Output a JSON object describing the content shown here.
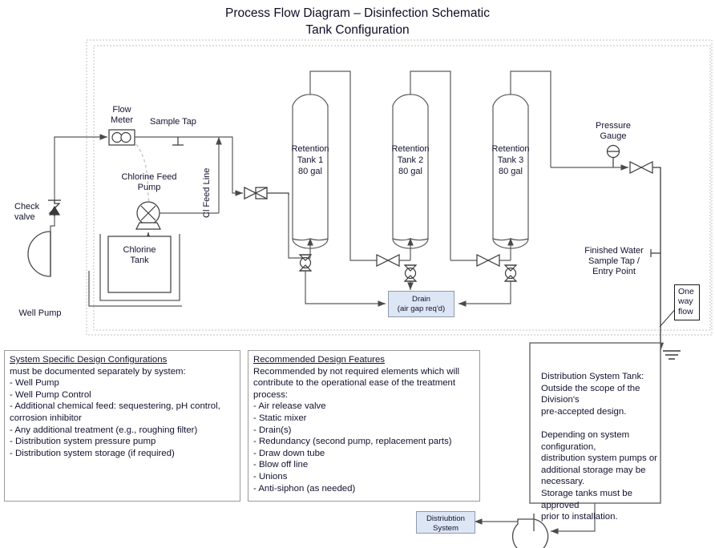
{
  "title": {
    "line1": "Process Flow Diagram – Disinfection Schematic",
    "line2": "Tank Configuration"
  },
  "colors": {
    "box_fill": "#dce6f4",
    "box_stroke": "#8e9aab",
    "line": "#5a5a5a",
    "dashed_border": "#bdbdbd",
    "text": "#12122e"
  },
  "equipment": {
    "well_pump": "Well Pump",
    "check_valve": "Check\nvalve",
    "flow_meter": "Flow\nMeter",
    "sample_tap": "Sample Tap",
    "chlorine_feed_pump": "Chlorine Feed\nPump",
    "chlorine_tank": "Chlorine\nTank",
    "cl_feed_line": "Cl Feed Line",
    "pressure_gauge": "Pressure\nGauge",
    "finished_water": "Finished Water\nSample Tap /\nEntry Point",
    "one_way_flow": "One\nway\nflow"
  },
  "tanks": [
    {
      "name": "Retention",
      "number": "Tank 1",
      "capacity": "80 gal"
    },
    {
      "name": "Retention",
      "number": "Tank 2",
      "capacity": "80 gal"
    },
    {
      "name": "Retention",
      "number": "Tank 3",
      "capacity": "80 gal"
    }
  ],
  "drain": {
    "line1": "Drain",
    "line2": "(air gap req'd)"
  },
  "distribution_system": {
    "line1": "Distriubtion",
    "line2": "System"
  },
  "panels": {
    "system_specific": {
      "heading": "System Specific Design Configurations",
      "body": "must be documented separately by system:\n- Well Pump\n- Well Pump Control\n- Additional chemical feed: sequestering, pH control,\ncorrosion inhibitor\n- Any additional treatment (e.g., roughing filter)\n- Distribution system pressure pump\n- Distribution system storage (if required)"
    },
    "recommended": {
      "heading": "Recommended Design Features",
      "body": "Recommended by not required elements which will\ncontribute to the operational ease of the treatment\nprocess:\n- Air release valve\n- Static mixer\n- Drain(s)\n- Redundancy (second pump, replacement parts)\n- Draw down tube\n- Blow off line\n- Unions\n- Anti-siphon (as needed)"
    },
    "distribution_tank": {
      "body": "Distribution System Tank:\nOutside the scope of the Division's\npre-accepted design.\n\nDepending on system configuration,\ndistribution system pumps or\nadditional storage may be necessary.\nStorage tanks must be approved\nprior to installation."
    }
  }
}
